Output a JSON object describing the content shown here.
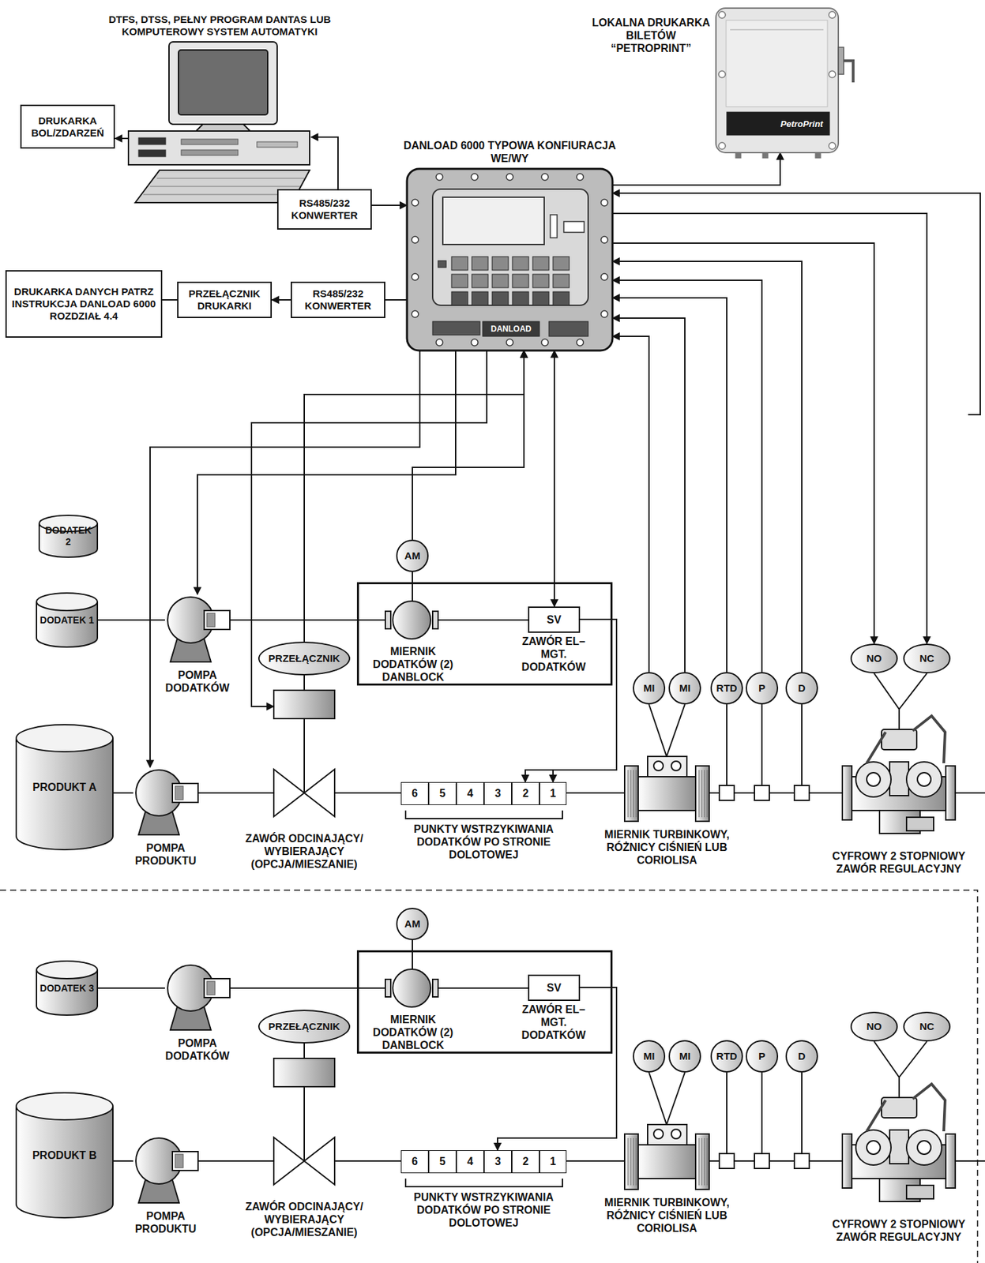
{
  "diagram": {
    "nodes": [
      {
        "text": [
          "DTFS, DTSS, PEŁNY PROGRAM DANTAS LUB KOMPUTEROWY SYSTEM AUTOMATYKI"
        ]
      },
      {
        "text": [
          "DRUKARKA BOL/ZDARZEŃ"
        ]
      },
      {
        "text": [
          "RS485/232 KONWERTER"
        ]
      },
      {
        "text": [
          "DANLOAD 6000 TYPOWA KONFIURACJA WE/WY"
        ]
      },
      {
        "text": [
          "LOKALNA DRUKARKA BILETÓW “PETROPRINT”"
        ]
      },
      {
        "text": [
          "DRUKARKA DANYCH PATRZ INSTRUKCJA DANLOAD 6000 ROZDZIAŁ 4.4"
        ]
      },
      {
        "text": [
          "PRZEŁĄCZNIK DRUKARKI"
        ]
      },
      {
        "text": [
          "RS485/232 KONWERTER"
        ]
      },
      {
        "text": [
          "DODATEK 2"
        ]
      },
      {
        "text": [
          "DODATEK 1"
        ]
      },
      {
        "text": [
          "PRODUKT A"
        ]
      },
      {
        "text": [
          "POMPA DODATKÓW"
        ]
      },
      {
        "text": [
          "POMPA PRODUKTU"
        ]
      },
      {
        "text": [
          "AM"
        ]
      },
      {
        "text": [
          "MIERNIK DODATKÓW (2) DANBLOCK"
        ]
      },
      {
        "text": [
          "SV",
          "ZAWÓR EL–MGT. DODATKÓW"
        ],
        "in": 14
      },
      {
        "text": [
          "PRZEŁĄCZNIK"
        ]
      },
      {
        "text": [
          "ZAWÓR ODCINAJĄCY/ WYBIERAJĄCY (OPCJA/MIESZANIE)"
        ]
      },
      {
        "text": [
          "PUNKTY WSTRZYKIWANIA DODATKÓW PO STRONIE DOLOTOWEJ"
        ]
      },
      {
        "text": [
          "6"
        ],
        "in": 18
      },
      {
        "text": [
          "5"
        ],
        "in": 18
      },
      {
        "text": [
          "4"
        ],
        "in": 18
      },
      {
        "text": [
          "3"
        ],
        "in": 18
      },
      {
        "text": [
          "2"
        ],
        "in": 18
      },
      {
        "text": [
          "1"
        ],
        "in": 18
      },
      {
        "text": [
          "MI"
        ]
      },
      {
        "text": [
          "MI"
        ]
      },
      {
        "text": [
          "RTD"
        ]
      },
      {
        "text": [
          "P"
        ]
      },
      {
        "text": [
          "D"
        ]
      },
      {
        "text": [
          "MIERNIK TURBINKOWY, RÓŻNICY CIŚNIEŃ LUB CORIOLISA"
        ]
      },
      {
        "text": [
          "NO"
        ]
      },
      {
        "text": [
          "NC"
        ]
      },
      {
        "text": [
          "CYFROWY 2 STOPNIOWY ZAWÓR REGULACYJNY"
        ]
      },
      {
        "text": [
          "DODATEK 3"
        ]
      },
      {
        "text": [
          "PRODUKT B"
        ]
      },
      {
        "text": [
          "POMPA DODATKÓW"
        ]
      },
      {
        "text": [
          "POMPA PRODUKTU"
        ]
      },
      {
        "text": [
          "AM"
        ]
      },
      {
        "text": [
          "MIERNIK DODATKÓW (2) DANBLOCK"
        ]
      },
      {
        "text": [
          "SV",
          "ZAWÓR EL–MGT. DODATKÓW"
        ],
        "in": 39
      },
      {
        "text": [
          "PRZEŁĄCZNIK"
        ]
      },
      {
        "text": [
          "ZAWÓR ODCINAJĄCY/ WYBIERAJĄCY (OPCJA/MIESZANIE)"
        ]
      },
      {
        "text": [
          "PUNKTY WSTRZYKIWANIA DODATKÓW PO STRONIE DOLOTOWEJ"
        ]
      },
      {
        "text": [
          "6"
        ],
        "in": 43
      },
      {
        "text": [
          "5"
        ],
        "in": 43
      },
      {
        "text": [
          "4"
        ],
        "in": 43
      },
      {
        "text": [
          "3"
        ],
        "in": 43
      },
      {
        "text": [
          "2"
        ],
        "in": 43
      },
      {
        "text": [
          "1"
        ],
        "in": 43
      },
      {
        "text": [
          "MI"
        ]
      },
      {
        "text": [
          "MI"
        ]
      },
      {
        "text": [
          "RTD"
        ]
      },
      {
        "text": [
          "P"
        ]
      },
      {
        "text": [
          "D"
        ]
      },
      {
        "text": [
          "MIERNIK TURBINKOWY, RÓŻNICY CIŚNIEŃ LUB CORIOLISA"
        ]
      },
      {
        "text": [
          "NO"
        ]
      },
      {
        "text": [
          "NC"
        ]
      },
      {
        "text": [
          "CYFROWY 2 STOPNIOWY ZAWÓR REGULACYJNY"
        ]
      }
    ],
    "edges": [
      {
        "from": 0,
        "to": 1,
        "arrow": "to"
      },
      {
        "from": 2,
        "to": 0,
        "arrow": "to"
      },
      {
        "from": 2,
        "to": 3,
        "arrow": "to"
      },
      {
        "from": 3,
        "to": 7,
        "arrow": "none"
      },
      {
        "from": 7,
        "to": 6,
        "arrow": "to"
      },
      {
        "from": 6,
        "to": 5,
        "arrow": "none"
      },
      {
        "from": 3,
        "to": 4,
        "arrow": "to"
      },
      {
        "from": 3,
        "to": 12,
        "arrow": "to"
      },
      {
        "from": 3,
        "to": 11,
        "arrow": "to"
      },
      {
        "from": 3,
        "to": 17,
        "arrow": "to"
      },
      {
        "from": 16,
        "to": 3,
        "arrow": "to"
      },
      {
        "from": 13,
        "to": 3,
        "arrow": "to"
      },
      {
        "from": 3,
        "to": 15,
        "arrow": "both"
      },
      {
        "from": 15,
        "to": 23,
        "arrow": "to"
      },
      {
        "from": 15,
        "to": 24,
        "arrow": "to"
      },
      {
        "from": 25,
        "to": 3,
        "arrow": "to"
      },
      {
        "from": 26,
        "to": 3,
        "arrow": "to"
      },
      {
        "from": 27,
        "to": 3,
        "arrow": "to"
      },
      {
        "from": 28,
        "to": 3,
        "arrow": "to"
      },
      {
        "from": 29,
        "to": 3,
        "arrow": "to"
      },
      {
        "from": 3,
        "to": 31,
        "arrow": "to"
      },
      {
        "from": 3,
        "to": 32,
        "arrow": "to"
      },
      {
        "from": 9,
        "to": 11,
        "arrow": "none"
      },
      {
        "from": 11,
        "to": 14,
        "arrow": "none"
      },
      {
        "from": 10,
        "to": 12,
        "arrow": "none"
      },
      {
        "from": 12,
        "to": 17,
        "arrow": "none"
      },
      {
        "from": 17,
        "to": 18,
        "arrow": "none"
      },
      {
        "from": 18,
        "to": 30,
        "arrow": "none"
      },
      {
        "from": 30,
        "to": 33,
        "arrow": "none"
      },
      {
        "from": 13,
        "to": 14,
        "arrow": "none"
      },
      {
        "from": 16,
        "to": 17,
        "arrow": "none"
      },
      {
        "from": 25,
        "to": 30,
        "arrow": "none"
      },
      {
        "from": 26,
        "to": 30,
        "arrow": "none"
      },
      {
        "from": 31,
        "to": 33,
        "arrow": "none"
      },
      {
        "from": 32,
        "to": 33,
        "arrow": "none"
      },
      {
        "from": 34,
        "to": 36,
        "arrow": "none"
      },
      {
        "from": 36,
        "to": 39,
        "arrow": "none"
      },
      {
        "from": 35,
        "to": 37,
        "arrow": "none"
      },
      {
        "from": 37,
        "to": 42,
        "arrow": "none"
      },
      {
        "from": 42,
        "to": 43,
        "arrow": "none"
      },
      {
        "from": 43,
        "to": 55,
        "arrow": "none"
      },
      {
        "from": 55,
        "to": 58,
        "arrow": "none"
      },
      {
        "from": 38,
        "to": 39,
        "arrow": "none"
      },
      {
        "from": 41,
        "to": 42,
        "arrow": "none"
      },
      {
        "from": 50,
        "to": 55,
        "arrow": "none"
      },
      {
        "from": 51,
        "to": 55,
        "arrow": "none"
      },
      {
        "from": 56,
        "to": 58,
        "arrow": "none"
      },
      {
        "from": 57,
        "to": 58,
        "arrow": "none"
      },
      {
        "from": 40,
        "to": 47,
        "arrow": "to"
      }
    ],
    "labels": [
      "DANLOAD",
      "PetroPrint"
    ]
  }
}
